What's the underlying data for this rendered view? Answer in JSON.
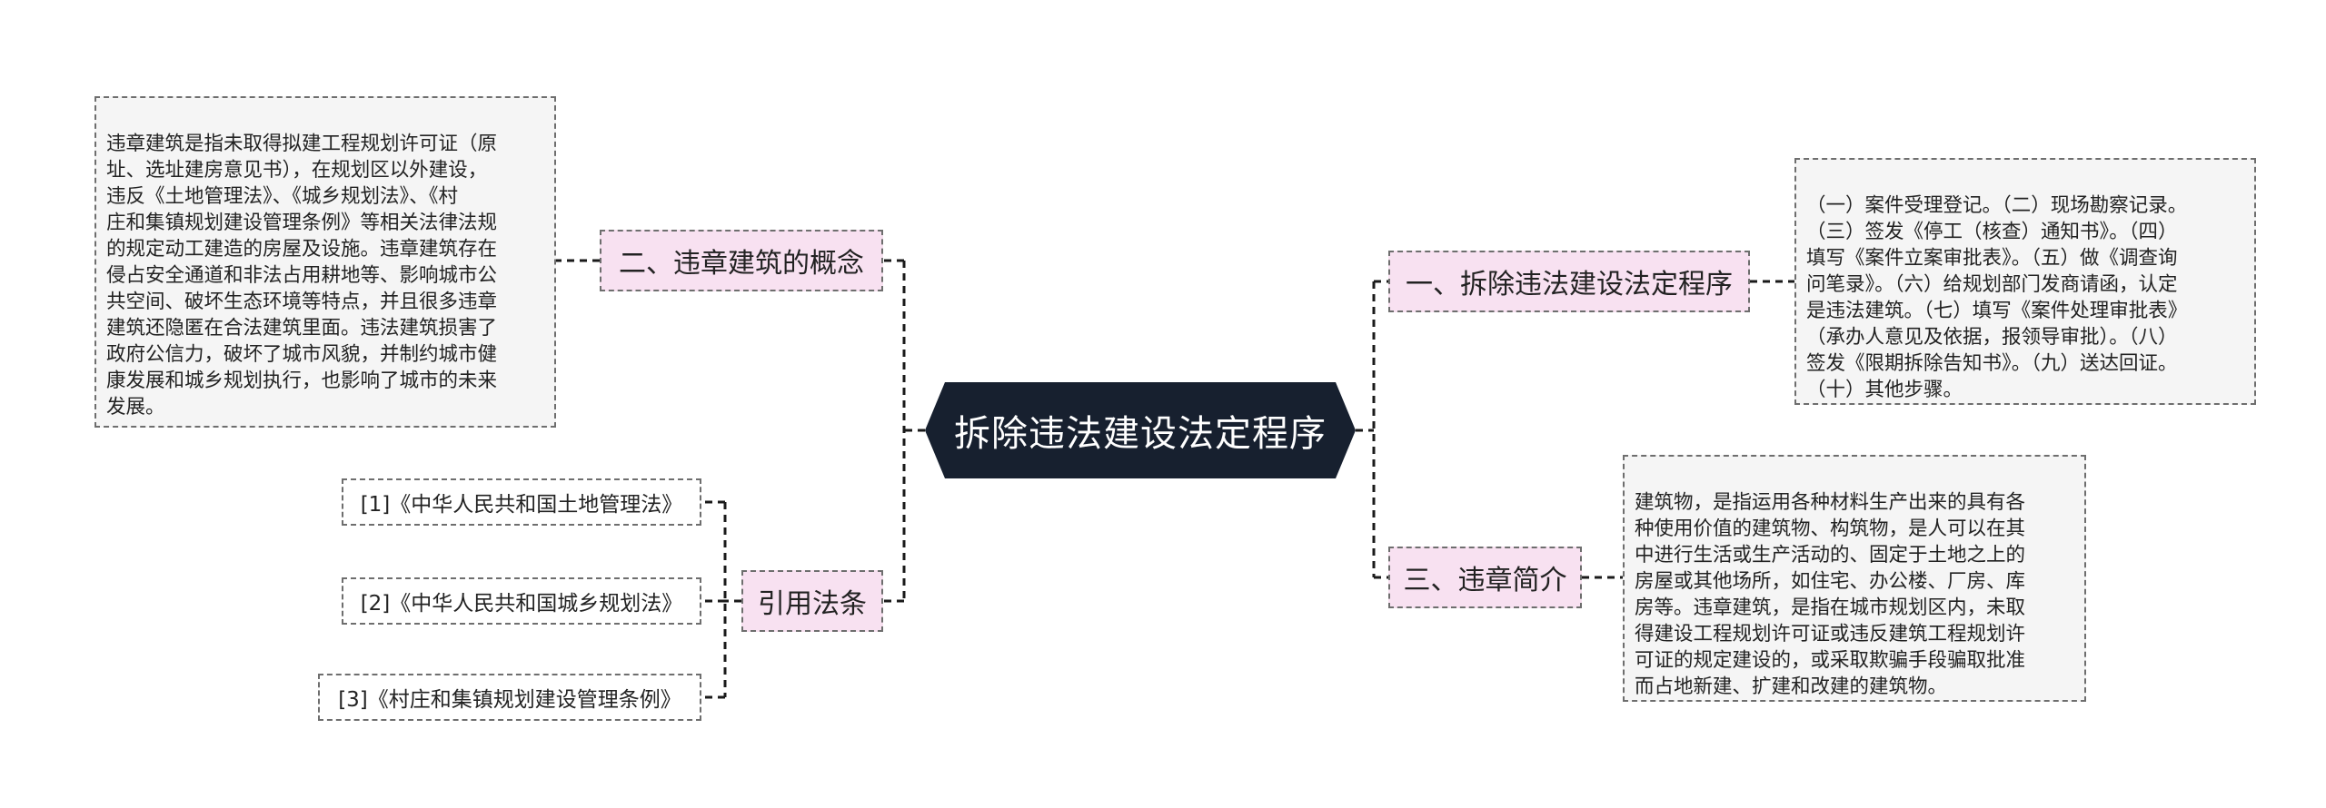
{
  "root": {
    "title": "拆除违法建设法定程序"
  },
  "left": {
    "concept": {
      "label": "二、违章建筑的概念",
      "note": "违章建筑是指未取得拟建工程规划许可证（原\n址、选址建房意见书），在规划区以外建设，\n违反《土地管理法》、《城乡规划法》、《村\n庄和集镇规划建设管理条例》等相关法律法规\n的规定动工建造的房屋及设施。违章建筑存在\n侵占安全通道和非法占用耕地等、影响城市公\n共空间、破坏生态环境等特点，并且很多违章\n建筑还隐匿在合法建筑里面。违法建筑损害了\n政府公信力，破坏了城市风貌，并制约城市健\n康发展和城乡规划执行，也影响了城市的未来\n发展。"
    },
    "citations": {
      "label": "引用法条",
      "items": [
        "[1]《中华人民共和国土地管理法》",
        "[2]《中华人民共和国城乡规划法》",
        "[3]《村庄和集镇规划建设管理条例》"
      ]
    }
  },
  "right": {
    "procedure": {
      "label": "一、拆除违法建设法定程序",
      "note": "（一）案件受理登记。（二）现场勘察记录。\n（三）签发《停工（核查）通知书》。（四）\n填写《案件立案审批表》。（五）做《调查询\n问笔录》。（六）给规划部门发商请函，认定\n是违法建筑。（七）填写《案件处理审批表》\n（承办人意见及依据，报领导审批）。（八）\n签发《限期拆除告知书》。（九）送达回证。\n（十）其他步骤。"
    },
    "intro": {
      "label": "三、违章简介",
      "note": "建筑物，是指运用各种材料生产出来的具有各\n种使用价值的建筑物、构筑物，是人可以在其\n中进行生活或生产活动的、固定于土地之上的\n房屋或其他场所，如住宅、办公楼、厂房、库\n房等。违章建筑，是指在城市规划区内，未取\n得建设工程规划许可证或违反建筑工程规划许\n可证的规定建设的，或采取欺骗手段骗取批准\n而占地新建、扩建和改建的建筑物。"
    }
  },
  "colors": {
    "root_bg": "#17202f",
    "topic_bg": "#f8e1f1",
    "note_bg": "#f5f5f5",
    "border": "#6e6e6e",
    "connector": "#1a1a1a"
  }
}
